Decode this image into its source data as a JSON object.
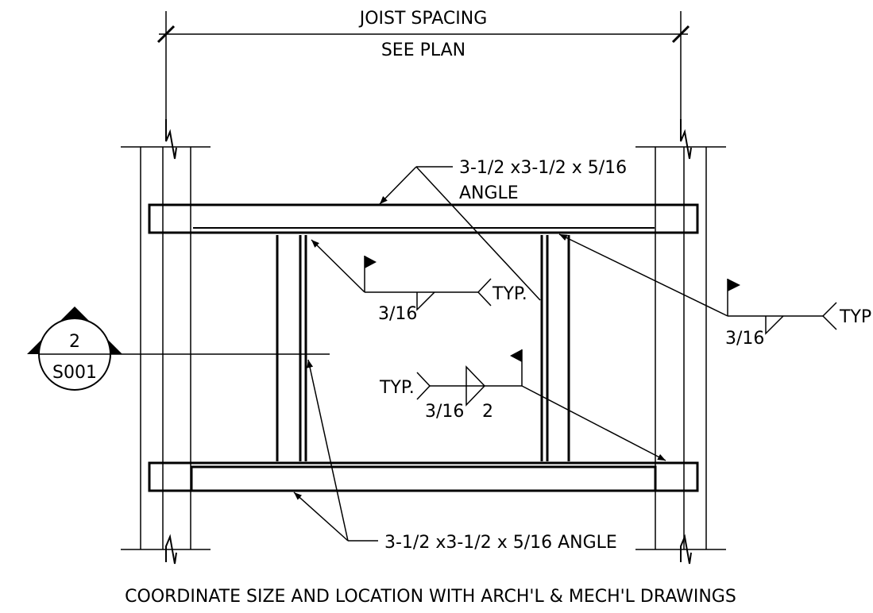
{
  "dimension": {
    "line1": "JOIST SPACING",
    "line2": "SEE PLAN"
  },
  "callouts": {
    "top_angle_line1": "3-1/2 x3-1/2 x 5/16",
    "top_angle_line2": "ANGLE",
    "bottom_angle": "3-1/2 x3-1/2 x 5/16 ANGLE"
  },
  "welds": {
    "left": {
      "size": "3/16",
      "tail": "TYP."
    },
    "right": {
      "size": "3/16",
      "tail": "TYP"
    },
    "center": {
      "size": "3/16",
      "length": "2",
      "tail": "TYP."
    }
  },
  "section_marker": {
    "number": "2",
    "sheet": "S001"
  },
  "note": "COORDINATE SIZE AND LOCATION WITH ARCH'L & MECH'L DRAWINGS",
  "colors": {
    "ink": "#000000",
    "background": "#ffffff"
  }
}
